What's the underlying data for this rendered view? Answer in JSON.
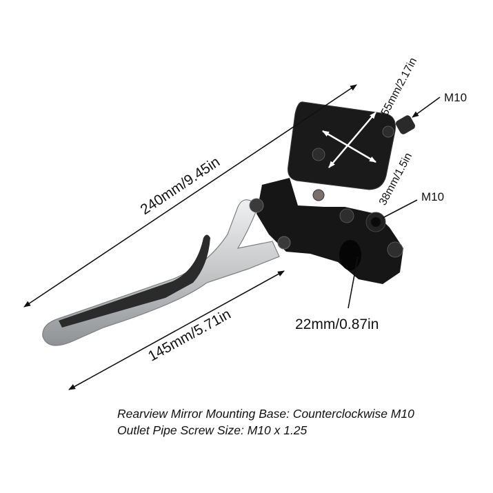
{
  "dimensions": {
    "total_length": "240mm/9.45in",
    "lever_length": "145mm/5.71in",
    "reservoir_width": "55mm/2.17in",
    "reservoir_height": "38mm/1.5in",
    "clamp_diameter": "22mm/0.87in",
    "outlet_thread": "M10",
    "mirror_thread": "M10"
  },
  "notes": {
    "line1": "Rearview Mirror Mounting Base: Counterclockwise M10",
    "line2": "Outlet Pipe Screw Size: M10 x 1.25"
  },
  "colors": {
    "body": "#151515",
    "lever": "#c9cbcd",
    "grip": "#2a2a2a",
    "annotation": "#111111"
  }
}
